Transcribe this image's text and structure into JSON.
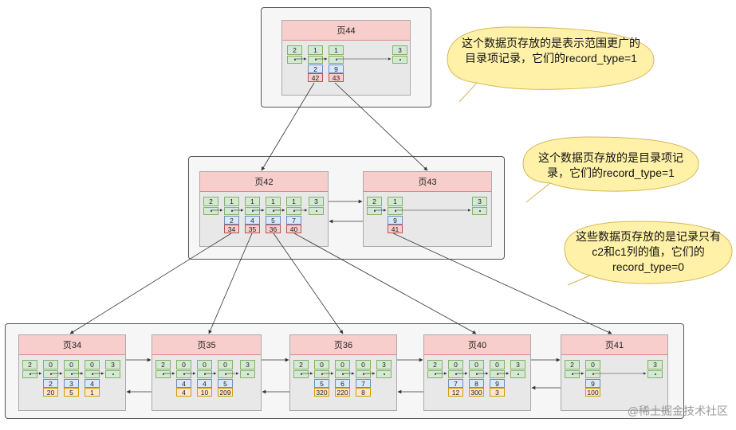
{
  "pages": {
    "p44": {
      "title": "页44"
    },
    "p42": {
      "title": "页42"
    },
    "p43": {
      "title": "页43"
    },
    "p34": {
      "title": "页34"
    },
    "p35": {
      "title": "页35"
    },
    "p36": {
      "title": "页36"
    },
    "p40": {
      "title": "页40"
    },
    "p41": {
      "title": "页41"
    }
  },
  "records": {
    "p44": [
      {
        "hdr": "2"
      },
      {
        "hdr": "1",
        "key": "2",
        "val": "42"
      },
      {
        "hdr": "1",
        "key": "9",
        "val": "43"
      },
      {
        "hdr": "3"
      }
    ],
    "p42": [
      {
        "hdr": "2"
      },
      {
        "hdr": "1",
        "key": "2",
        "val": "34"
      },
      {
        "hdr": "1",
        "key": "4",
        "val": "35"
      },
      {
        "hdr": "1",
        "key": "5",
        "val": "36"
      },
      {
        "hdr": "1",
        "key": "7",
        "val": "40"
      },
      {
        "hdr": "3"
      }
    ],
    "p43": [
      {
        "hdr": "2"
      },
      {
        "hdr": "1",
        "key": "9",
        "val": "41"
      },
      {
        "hdr": "3"
      }
    ],
    "p34": [
      {
        "hdr": "2"
      },
      {
        "hdr": "0",
        "key": "2",
        "val": "20"
      },
      {
        "hdr": "0",
        "key": "3",
        "val": "5"
      },
      {
        "hdr": "0",
        "key": "4",
        "val": "1"
      },
      {
        "hdr": "3"
      }
    ],
    "p35": [
      {
        "hdr": "2"
      },
      {
        "hdr": "0",
        "key": "4",
        "val": "4"
      },
      {
        "hdr": "0",
        "key": "4",
        "val": "10"
      },
      {
        "hdr": "0",
        "key": "5",
        "val": "209"
      },
      {
        "hdr": "3"
      }
    ],
    "p36": [
      {
        "hdr": "2"
      },
      {
        "hdr": "0",
        "key": "5",
        "val": "320"
      },
      {
        "hdr": "0",
        "key": "6",
        "val": "220"
      },
      {
        "hdr": "0",
        "key": "7",
        "val": "8"
      },
      {
        "hdr": "3"
      }
    ],
    "p40": [
      {
        "hdr": "2"
      },
      {
        "hdr": "0",
        "key": "7",
        "val": "12"
      },
      {
        "hdr": "0",
        "key": "8",
        "val": "300"
      },
      {
        "hdr": "0",
        "key": "9",
        "val": "3"
      },
      {
        "hdr": "3"
      }
    ],
    "p41": [
      {
        "hdr": "2"
      },
      {
        "hdr": "0",
        "key": "9",
        "val": "100"
      },
      {
        "hdr": "3"
      }
    ]
  },
  "notes": {
    "top": [
      "这个数据页存放的是表示范围更广的",
      "目录项记录，它们的record_type=1"
    ],
    "mid": [
      "这个数据页存放的是目录项记",
      "录，它们的record_type=1"
    ],
    "leaf": [
      "这些数据页存放的是记录只有",
      "c2和c1列的值，它们的",
      "record_type=0"
    ]
  },
  "watermark": "@稀土掘金技术社区",
  "colors": {
    "title_fill": "#f8cecc",
    "header_fill": "#d5e8d4",
    "key_fill": "#dae8fc",
    "dir_value_fill": "#f8cecc",
    "leaf_value_fill": "#ffe6cc",
    "note_fill": "#fff2a8"
  }
}
